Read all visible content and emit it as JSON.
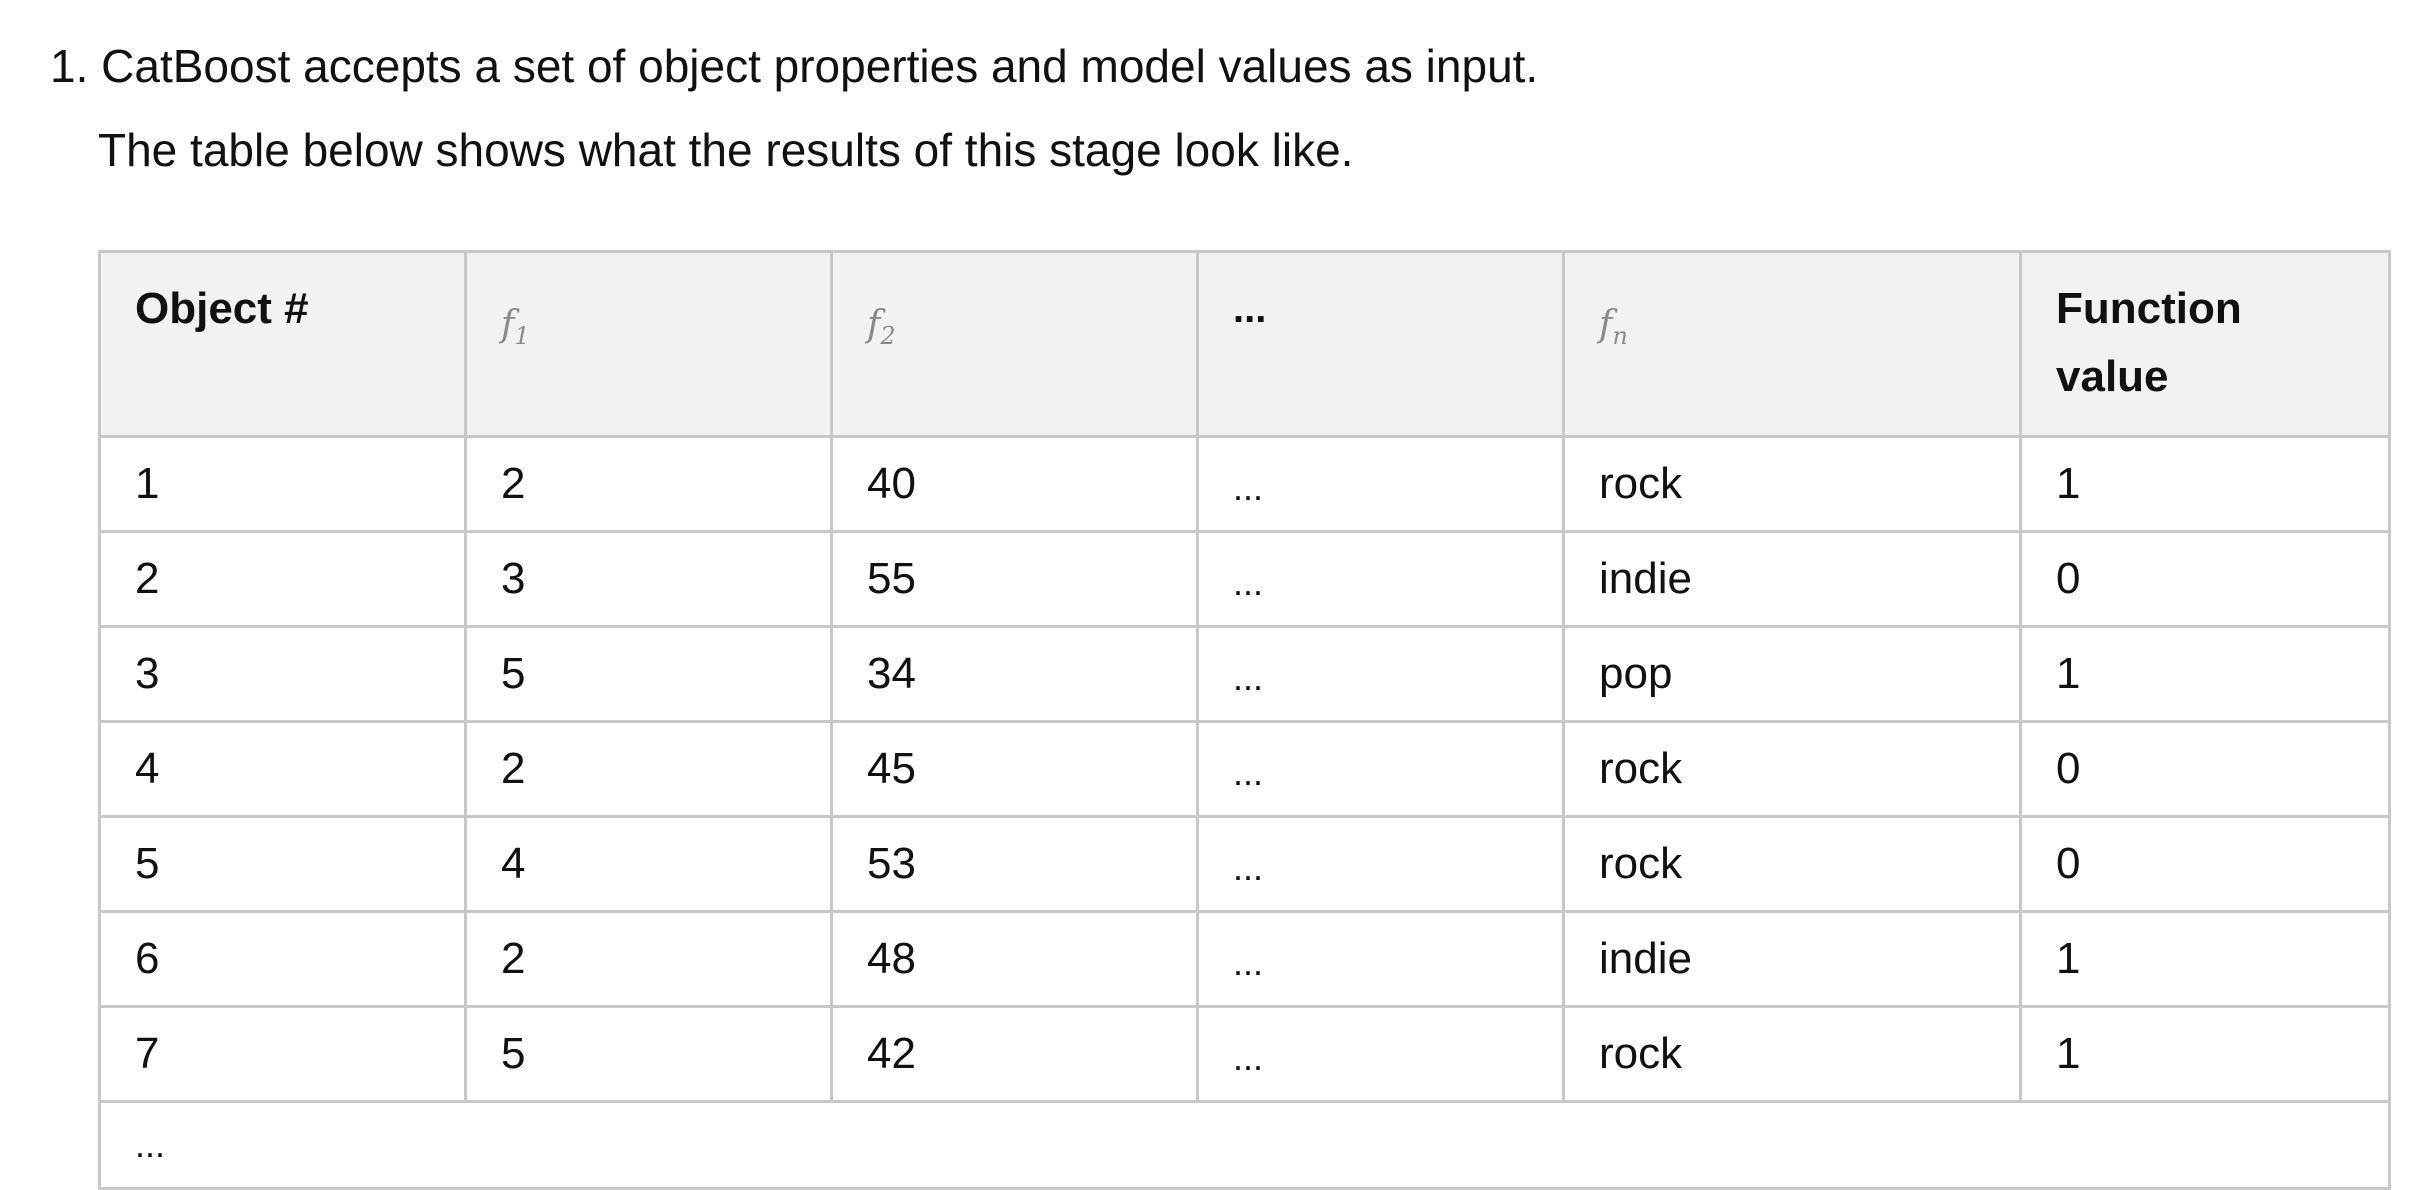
{
  "text": {
    "item_number": "1.",
    "item_text": "CatBoost accepts a set of object properties and model values as input.",
    "sub_text": "The table below shows what the results of this stage look like."
  },
  "table": {
    "headers": {
      "object": "Object #",
      "f1_base": "f",
      "f1_sub": "1",
      "f2_base": "f",
      "f2_sub": "2",
      "dots": "...",
      "fn_base": "f",
      "fn_sub": "n",
      "function_value": "Function value"
    },
    "rows": [
      {
        "object": "1",
        "f1": "2",
        "f2": "40",
        "dots": "...",
        "fn": "rock",
        "value": "1"
      },
      {
        "object": "2",
        "f1": "3",
        "f2": "55",
        "dots": "...",
        "fn": "indie",
        "value": "0"
      },
      {
        "object": "3",
        "f1": "5",
        "f2": "34",
        "dots": "...",
        "fn": "pop",
        "value": "1"
      },
      {
        "object": "4",
        "f1": "2",
        "f2": "45",
        "dots": "...",
        "fn": "rock",
        "value": "0"
      },
      {
        "object": "5",
        "f1": "4",
        "f2": "53",
        "dots": "...",
        "fn": "rock",
        "value": "0"
      },
      {
        "object": "6",
        "f1": "2",
        "f2": "48",
        "dots": "...",
        "fn": "indie",
        "value": "1"
      },
      {
        "object": "7",
        "f1": "5",
        "f2": "42",
        "dots": "...",
        "fn": "rock",
        "value": "1"
      }
    ],
    "ellipsis_row": "..."
  }
}
